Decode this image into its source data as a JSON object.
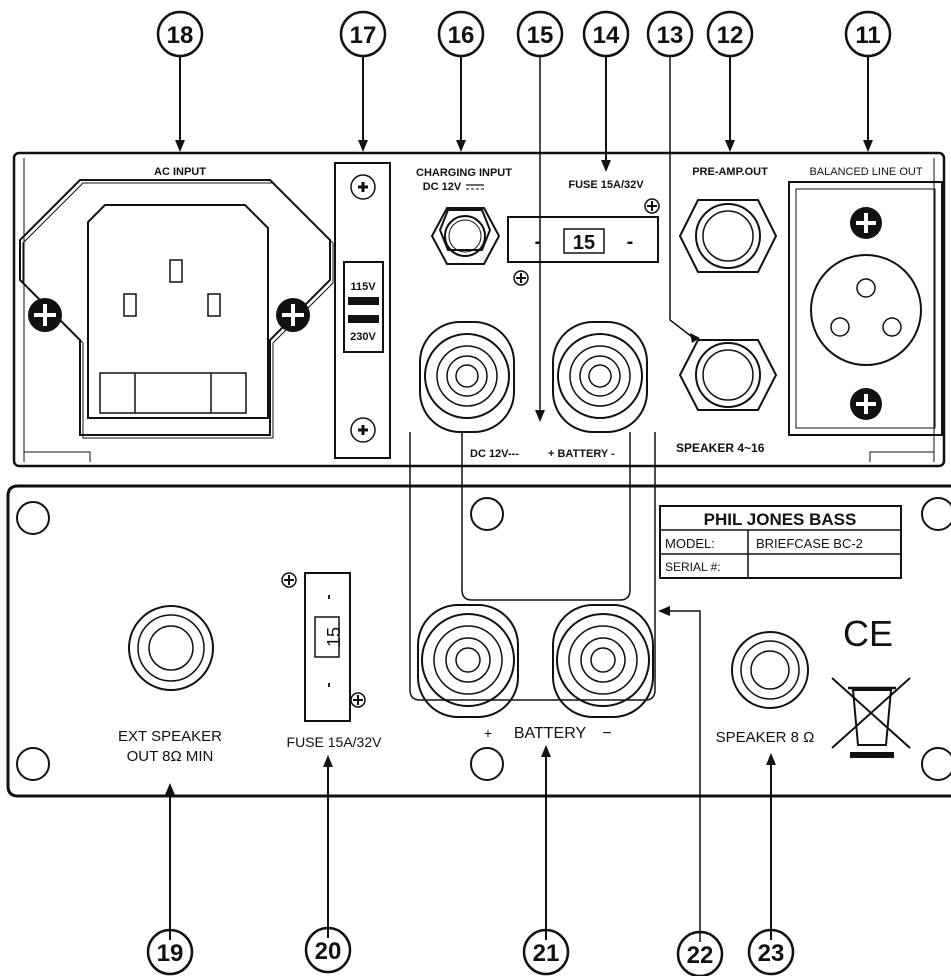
{
  "callouts": {
    "top": [
      "18",
      "17",
      "16",
      "15",
      "14",
      "13",
      "12",
      "11"
    ],
    "bottom": [
      "19",
      "20",
      "21",
      "22",
      "23"
    ]
  },
  "upper_panel": {
    "ac_input": "AC INPUT",
    "voltage_115": "115V",
    "voltage_230": "230V",
    "charging_input": "CHARGING INPUT",
    "charging_voltage": "DC 12V",
    "fuse_label": "FUSE 15A/32V",
    "fuse_value": "15",
    "fuse_minus": "-",
    "preamp_out": "PRE-AMP.OUT",
    "balanced_line_out": "BALANCED LINE OUT",
    "dc_label": "DC 12V---",
    "battery_label": "+ BATTERY -",
    "speaker_4_16": "SPEAKER 4~16"
  },
  "lower_panel": {
    "brand": "PHIL JONES BASS",
    "model_key": "MODEL:",
    "model_value": "BRIEFCASE BC-2",
    "serial_key": "SERIAL #:",
    "serial_value": "",
    "ext_speaker_line1": "EXT SPEAKER",
    "ext_speaker_line2": "OUT 8Ω MIN",
    "fuse_label": "FUSE  15A/32V",
    "fuse_value": "15",
    "fuse_minus": "-",
    "battery_plus": "+",
    "battery_label": "BATTERY",
    "battery_minus": "−",
    "speaker_8": "SPEAKER 8 Ω",
    "ce_mark": "CE"
  }
}
